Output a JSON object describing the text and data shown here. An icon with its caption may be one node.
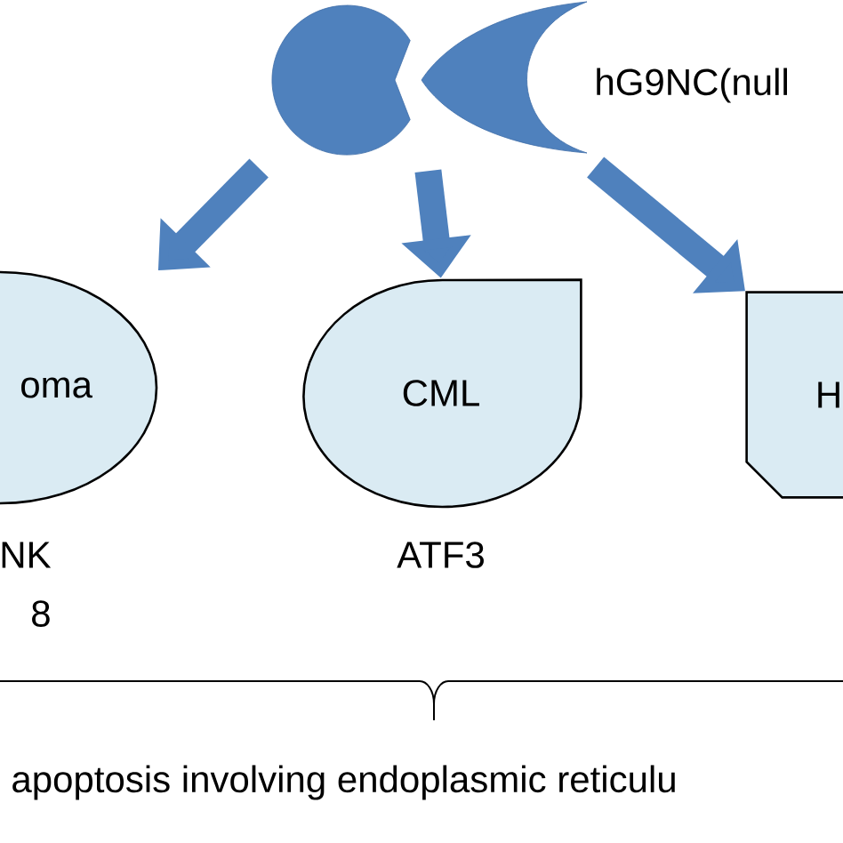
{
  "diagram": {
    "nodes": [
      {
        "text": [],
        "shape": "crescent",
        "beside": [
          "hG9NC(null"
        ]
      },
      {
        "text": [
          "oma"
        ],
        "beside": [
          "NK",
          "8"
        ]
      },
      {
        "text": [
          "CML"
        ],
        "beside": [
          "ATF3"
        ]
      },
      {
        "text": [
          "H"
        ]
      }
    ],
    "edges": [
      {
        "from": 0,
        "to": 1,
        "arrow": "to"
      },
      {
        "from": 0,
        "to": 2,
        "arrow": "to"
      },
      {
        "from": 0,
        "to": 3,
        "arrow": "to"
      }
    ],
    "labels": [
      "apoptosis involving endoplasmic reticulu"
    ]
  }
}
